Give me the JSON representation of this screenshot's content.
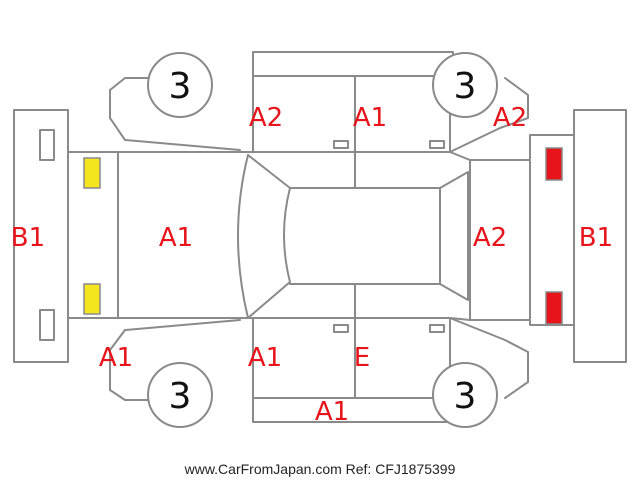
{
  "labels": {
    "roof_front_left": "A2",
    "roof_front_right": "A1",
    "roof_rear": "A2",
    "front_bumper": "B1",
    "rear_bumper": "B1",
    "hood": "A1",
    "tailgate": "A2",
    "front_corner": "A1",
    "front_door_lower": "A1",
    "rear_door_lower": "E",
    "bottom_panel": "A1"
  },
  "wheels": {
    "front_top": "3",
    "rear_top": "3",
    "front_bottom": "3",
    "rear_bottom": "3"
  },
  "lights": {
    "front_color": "#f5e51e",
    "rear_color": "#e8141c"
  },
  "colors": {
    "code": "#e8141c",
    "outline": "#8a8a8a"
  },
  "footer": {
    "text": "www.CarFromJapan.com Ref: CFJ1875399"
  }
}
